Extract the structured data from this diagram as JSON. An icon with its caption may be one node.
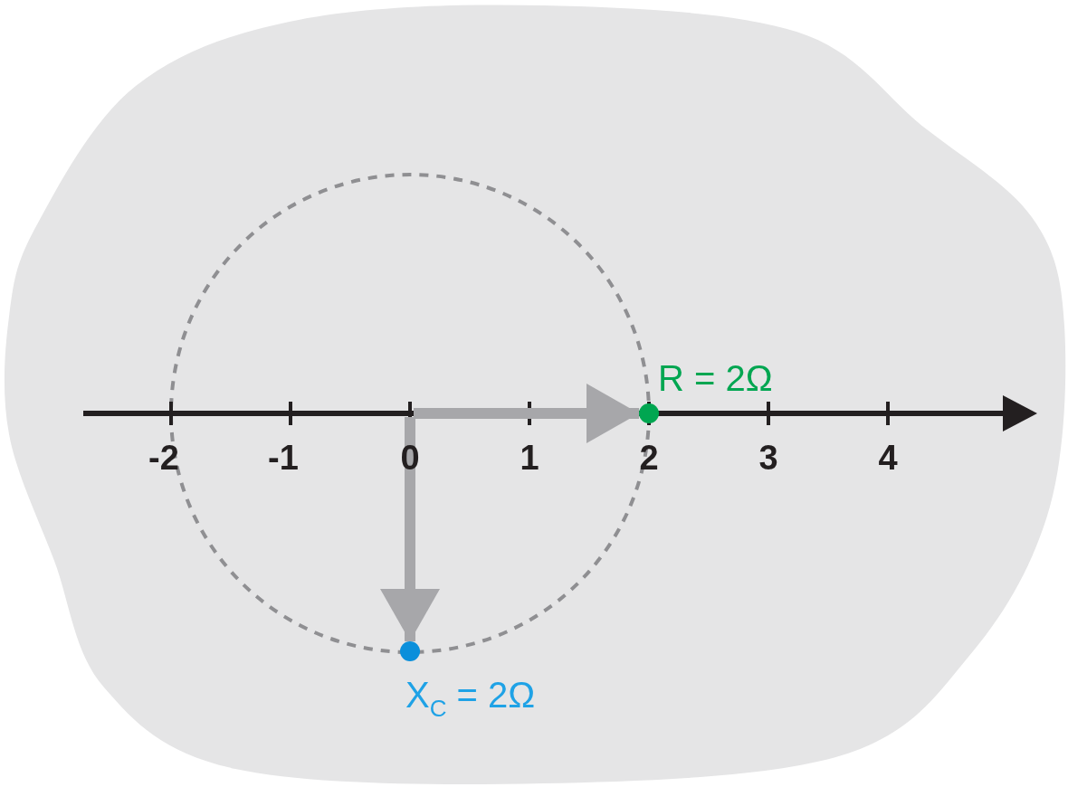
{
  "diagram": {
    "nodes": [
      {
        "text": [],
        "shape": "circle",
        "beside": [
          "R = 2Ω"
        ]
      },
      {
        "text": [],
        "shape": "circle",
        "beside": [
          "X$_{C}$ = 2Ω"
        ]
      }
    ],
    "edges": [
      {
        "from": null,
        "to": 0,
        "arrow": "to"
      },
      {
        "from": null,
        "to": 1,
        "arrow": "to"
      }
    ],
    "labels": [
      "-2",
      "-1",
      "0",
      "1",
      "2",
      "3",
      "4"
    ]
  }
}
